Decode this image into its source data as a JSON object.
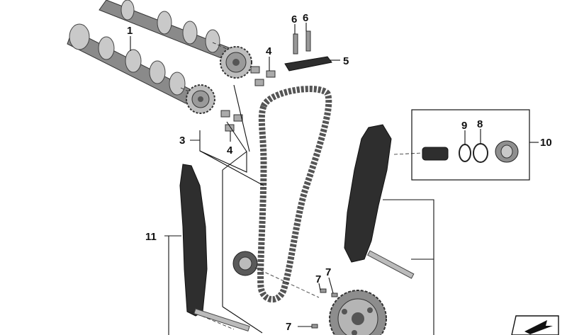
{
  "diagram": {
    "callouts": {
      "c1": "1",
      "c3": "3",
      "c4a": "4",
      "c4b": "4",
      "c5": "5",
      "c6a": "6",
      "c6b": "6",
      "c7a": "7",
      "c7b": "7",
      "c7c": "7",
      "c8": "8",
      "c9": "9",
      "c10": "10",
      "c11": "11"
    }
  },
  "colors": {
    "line": "#111111",
    "part_dark": "#2e2e2e",
    "part_metal": "#8a8a8a",
    "background": "#ffffff"
  },
  "icons": {
    "corner": "arrow-flag-icon"
  }
}
